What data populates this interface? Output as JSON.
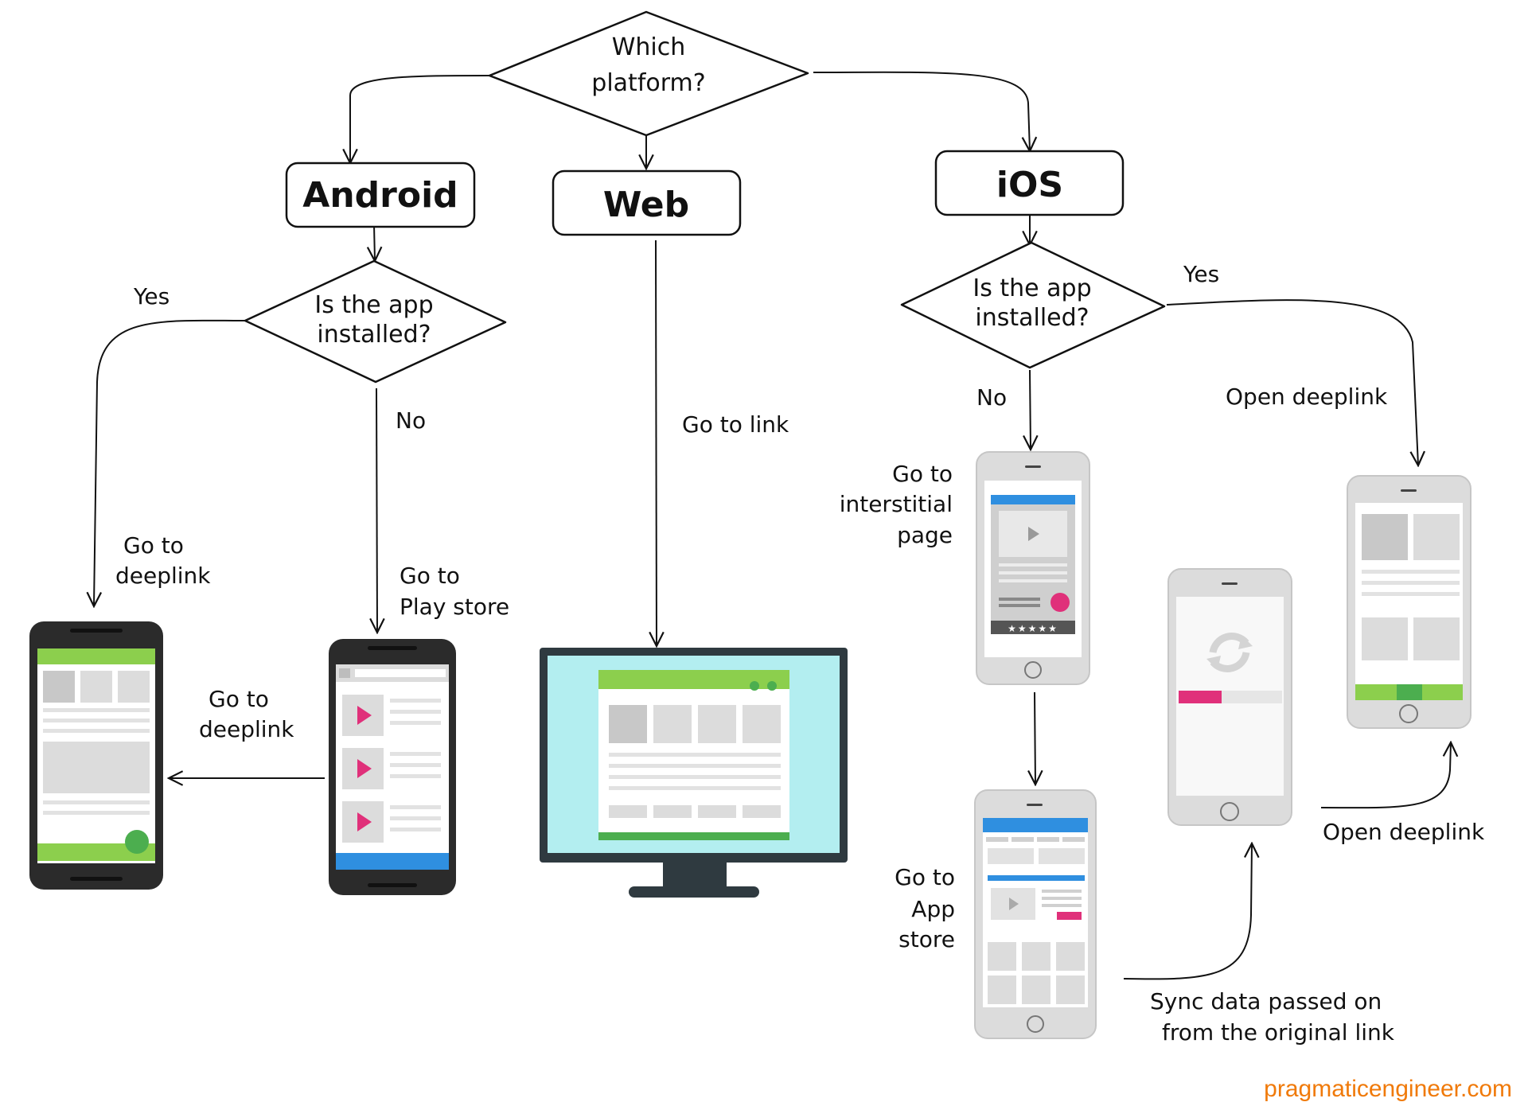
{
  "nodes": {
    "platform_question": {
      "lines": [
        "Which",
        "platform?"
      ]
    },
    "android": {
      "label": "Android"
    },
    "web": {
      "label": "Web"
    },
    "ios": {
      "label": "iOS"
    },
    "android_installed_question": {
      "lines": [
        "Is the app",
        "installed?"
      ]
    },
    "ios_installed_question": {
      "lines": [
        "Is the app",
        "installed?"
      ]
    }
  },
  "edge_labels": {
    "android_yes": "Yes",
    "android_no": "No",
    "android_go_deeplink": [
      "Go to",
      "deeplink"
    ],
    "android_go_play_store": [
      "Go to",
      "Play store"
    ],
    "android_store_to_deeplink": [
      "Go to",
      "deeplink"
    ],
    "web_go_link": "Go to link",
    "ios_yes": "Yes",
    "ios_no": "No",
    "ios_open_deeplink_top": "Open deeplink",
    "ios_go_interstitial": [
      "Go to",
      "interstitial",
      "page"
    ],
    "ios_go_app_store": [
      "Go to",
      "App",
      "store"
    ],
    "ios_sync_data": [
      "Sync data passed on",
      "from the original link"
    ],
    "ios_open_deeplink_bottom": "Open deeplink"
  },
  "mockups": {
    "interstitial_rating": "★★★★★"
  },
  "colors": {
    "green": "#8ccf4d",
    "dark_green": "#4cae4f",
    "blue": "#2f8fe0",
    "pink": "#e0307a",
    "cyan_screen": "#b3eef0",
    "android_frame": "#2b2b2b",
    "ios_frame": "#dcdcdc",
    "monitor_frame": "#2f3a40",
    "placeholder": "#c8c8c8",
    "watermark": "#f07a0a"
  },
  "footer": {
    "watermark": "pragmaticengineer.com"
  }
}
